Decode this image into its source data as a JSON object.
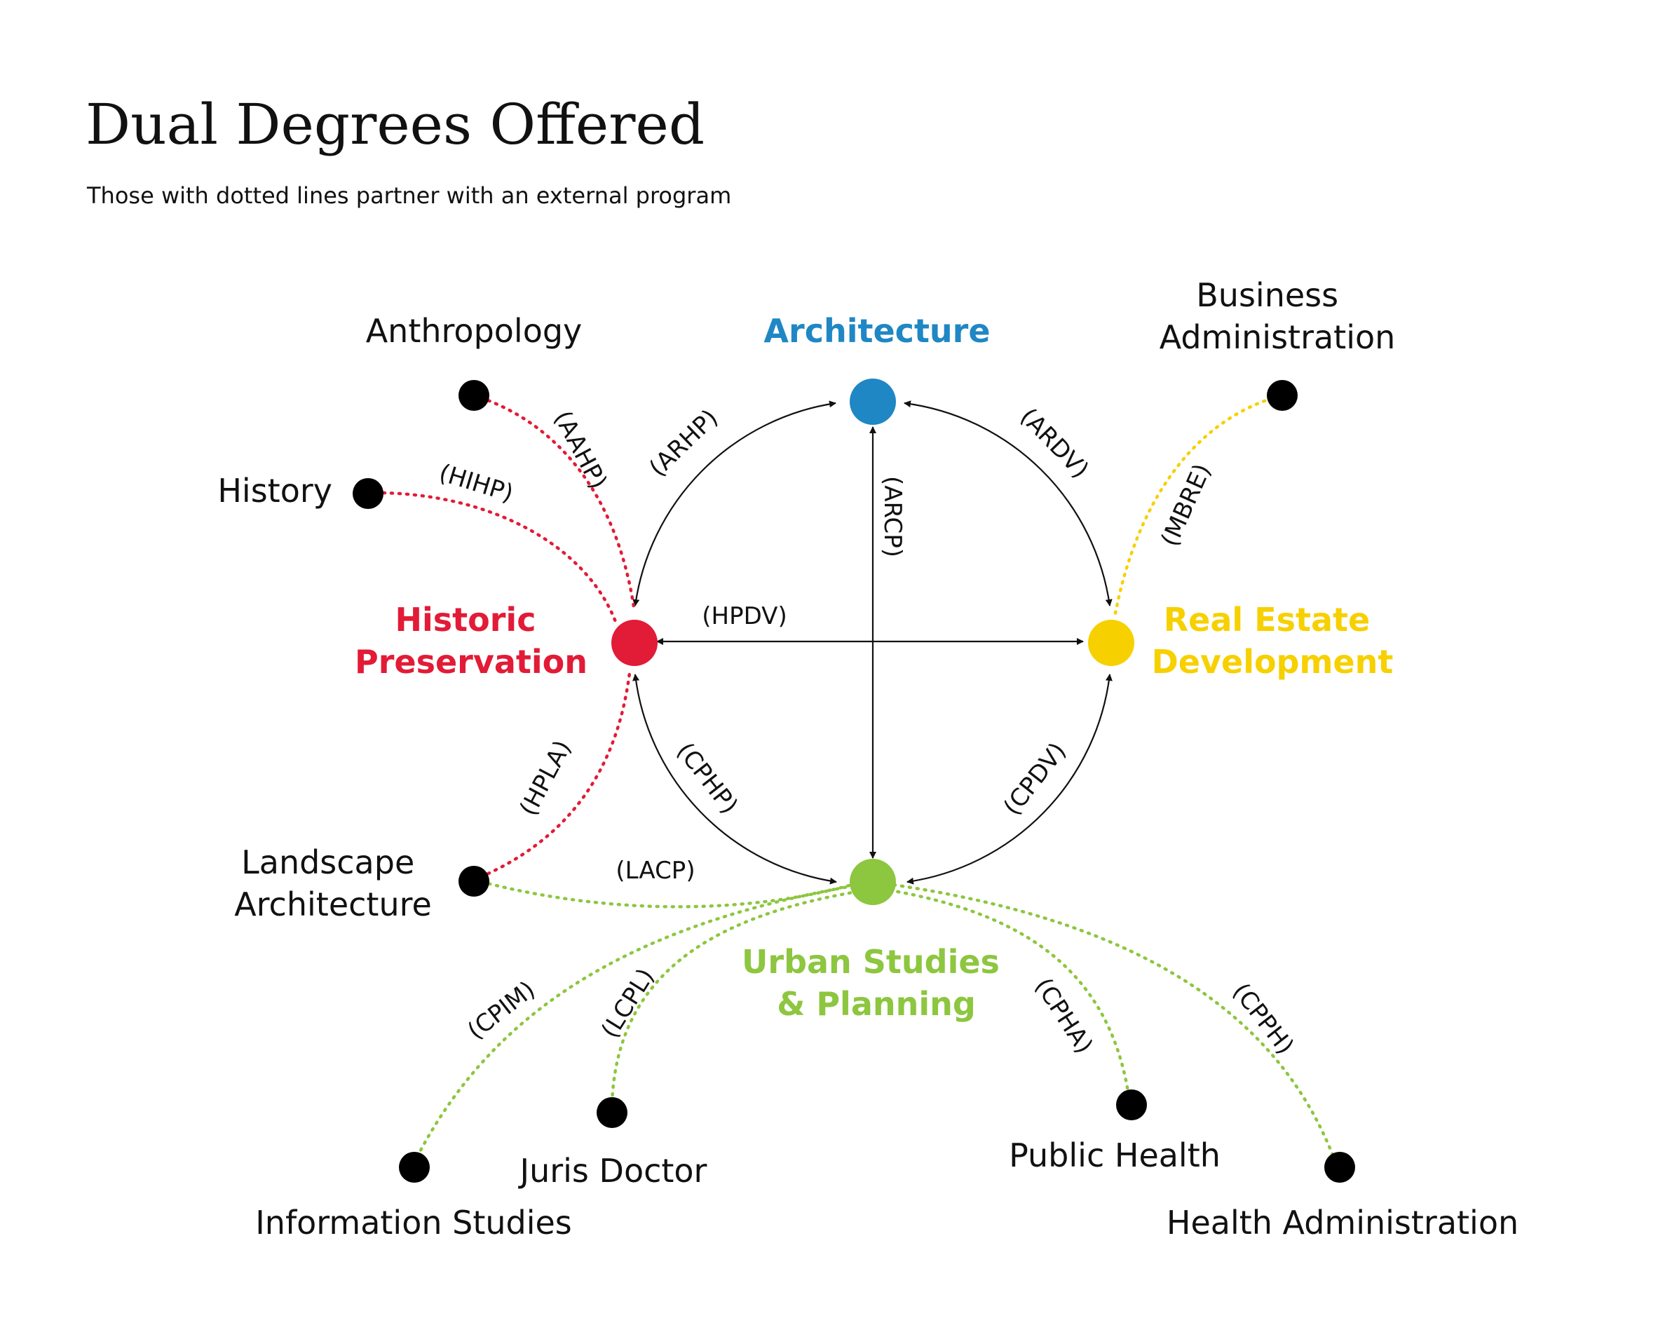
{
  "title": "Dual Degrees Offered",
  "subtitle": "Those with dotted lines partner with an external program",
  "colors": {
    "architecture": "#1f87c4",
    "historic_preservation": "#e21b36",
    "real_estate": "#f7d000",
    "urban_planning": "#8dc63f",
    "external": "#000000"
  },
  "core": {
    "architecture": "Architecture",
    "historic_preservation": [
      "Historic",
      "Preservation"
    ],
    "real_estate": [
      "Real Estate",
      "Development"
    ],
    "urban_planning": [
      "Urban Studies",
      "& Planning"
    ]
  },
  "external": {
    "anthropology": "Anthropology",
    "history": "History",
    "business": [
      "Business",
      "Administration"
    ],
    "landscape": [
      "Landscape",
      "Architecture"
    ],
    "information": "Information Studies",
    "juris": "Juris Doctor",
    "public_health": "Public Health",
    "health_admin": "Health Administration"
  },
  "codes": {
    "ARHP": "(ARHP)",
    "ARDV": "(ARDV)",
    "ARCP": "(ARCP)",
    "HPDV": "(HPDV)",
    "CPHP": "(CPHP)",
    "CPDV": "(CPDV)",
    "AAHP": "(AAHP)",
    "HIHP": "(HIHP)",
    "MBRE": "(MBRE)",
    "HPLA": "(HPLA)",
    "LACP": "(LACP)",
    "CPIM": "(CPIM)",
    "LCPL": "(LCPL)",
    "CPHA": "(CPHA)",
    "CPPH": "(CPPH)"
  }
}
